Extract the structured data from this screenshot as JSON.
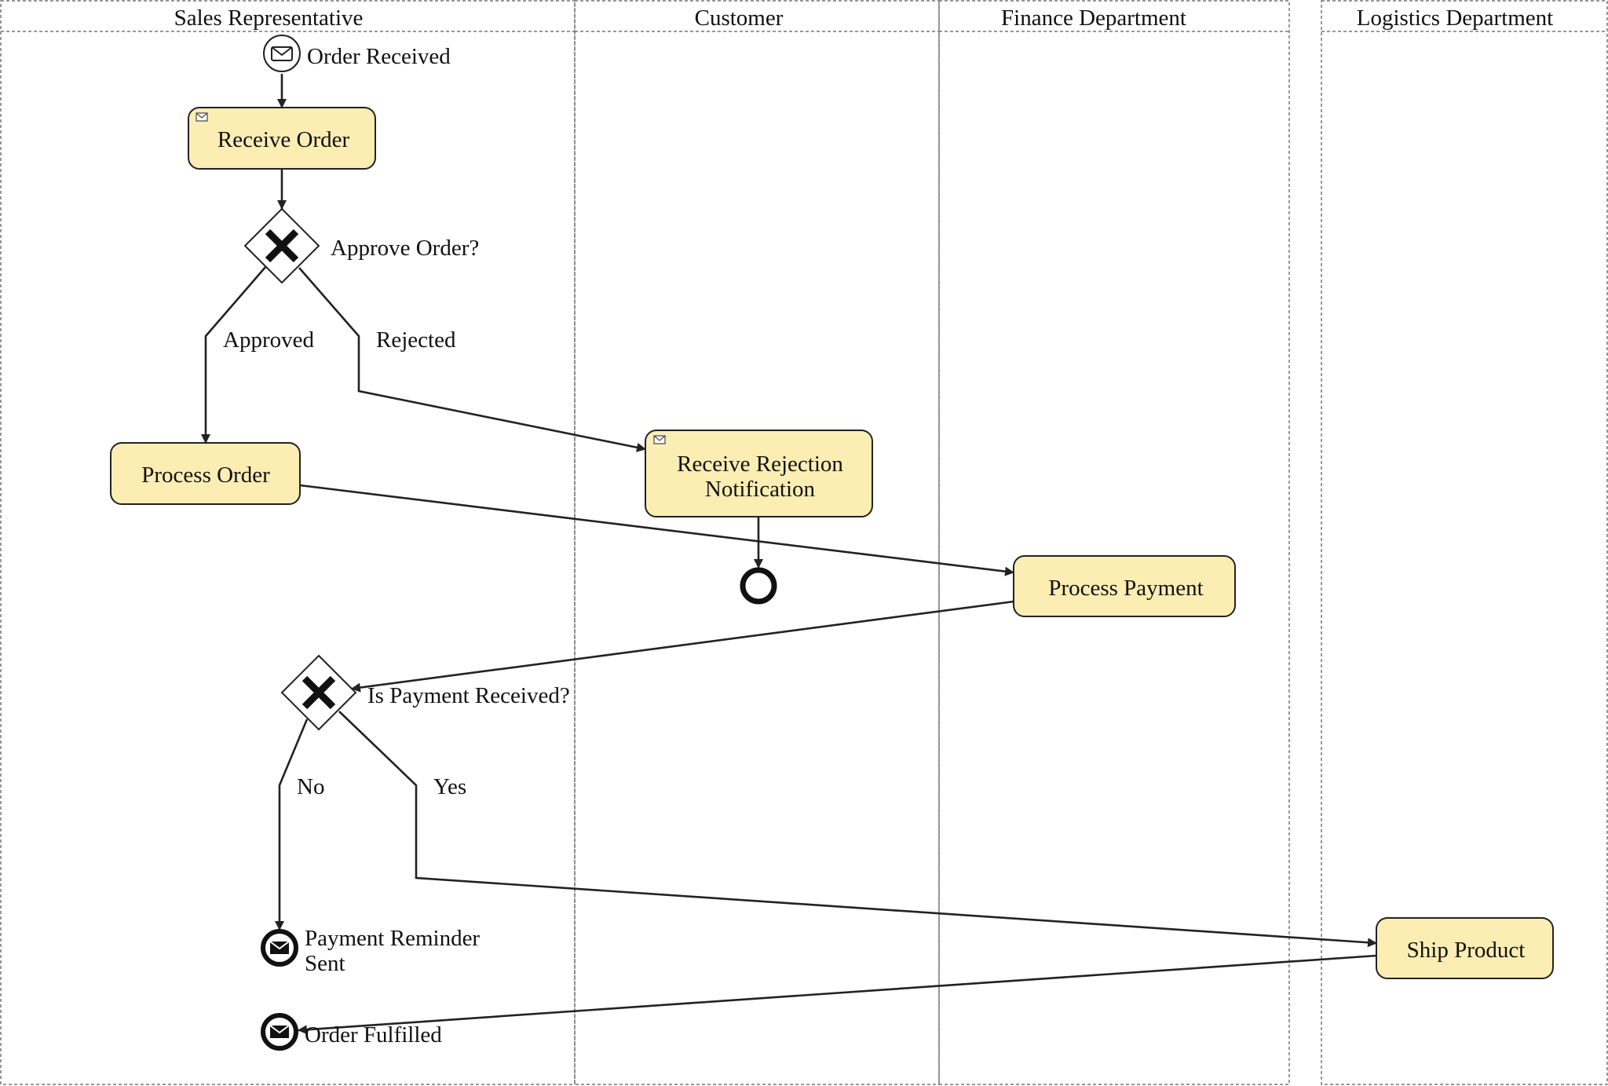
{
  "lanes": {
    "sales": "Sales Representative",
    "customer": "Customer",
    "finance": "Finance Department",
    "logistics": "Logistics Department"
  },
  "events": {
    "start": "Order Received",
    "rejection_end": "",
    "reminder_line1": "Payment Reminder",
    "reminder_line2": "Sent",
    "fulfilled": "Order Fulfilled"
  },
  "tasks": {
    "receive_order": "Receive Order",
    "process_order": "Process Order",
    "rejection_line1": "Receive Rejection",
    "rejection_line2": "Notification",
    "process_payment": "Process Payment",
    "ship_product": "Ship Product"
  },
  "gateways": {
    "approve": "Approve Order?",
    "payment": "Is Payment Received?"
  },
  "flows": {
    "approved": "Approved",
    "rejected": "Rejected",
    "no": "No",
    "yes": "Yes"
  },
  "colors": {
    "task_fill": "#fcedb3",
    "stroke": "#222222",
    "lane_border": "#777777"
  }
}
